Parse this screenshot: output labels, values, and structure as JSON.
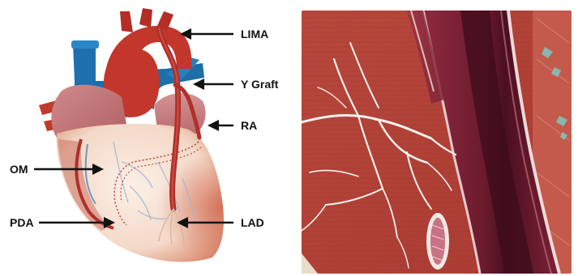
{
  "labels": {
    "lima": "LIMA",
    "y_graft": "Y Graft",
    "ra": "RA",
    "om": "OM",
    "pda": "PDA",
    "lad": "LAD"
  },
  "colors": {
    "aorta_red": "#c0392b",
    "vein_blue": "#1f77b4",
    "myocardium": "#f6e0d2",
    "atrium": "#c97b7b",
    "graft_red": "#b23a2e",
    "arrow": "#111111",
    "tissue_red": "#b5453b",
    "vessel_maroon": "#7a1f35"
  }
}
